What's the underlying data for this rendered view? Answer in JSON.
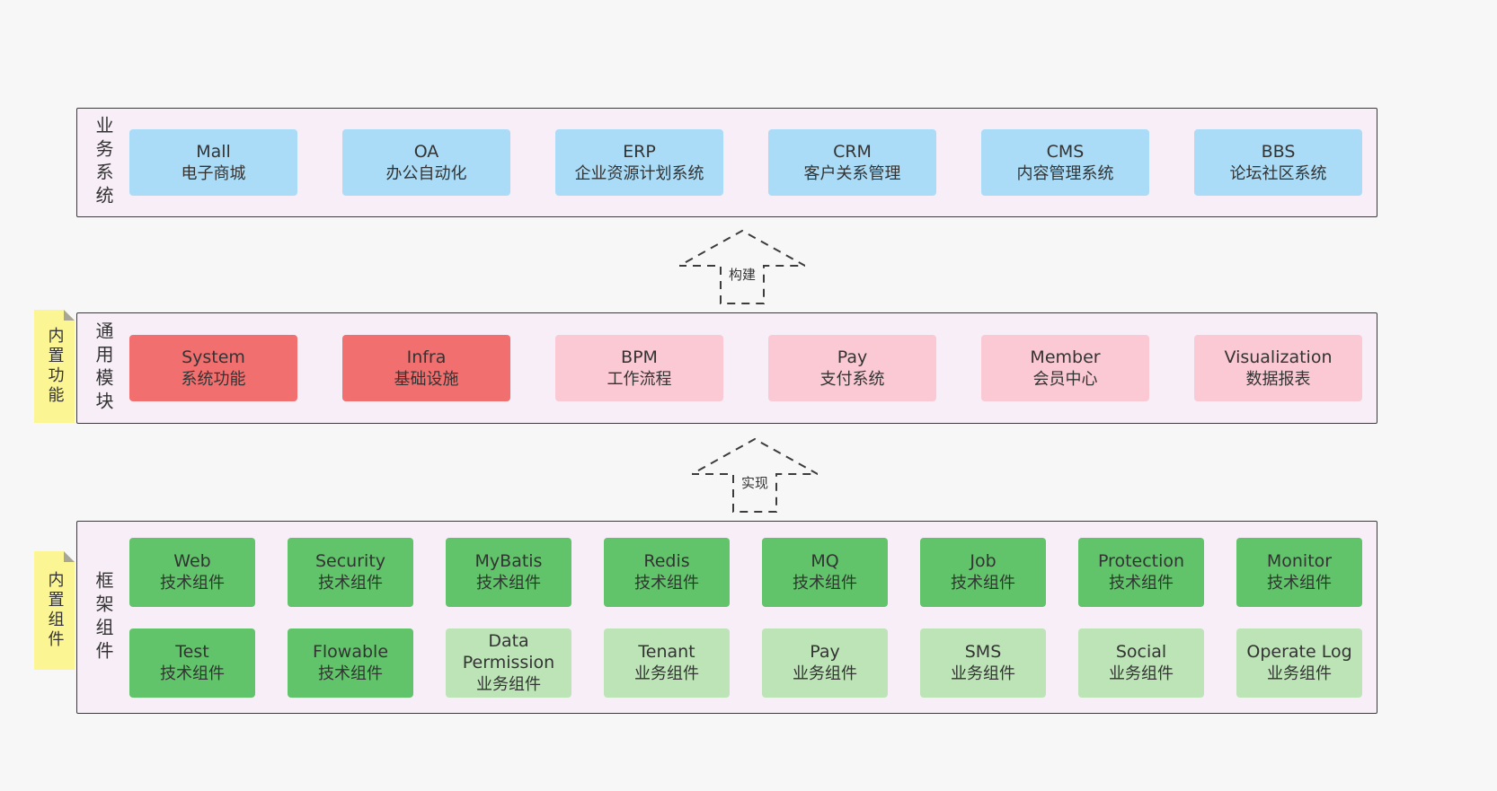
{
  "colors": {
    "page_bg": "#f7f7f7",
    "container_bg": "#f8eef7",
    "note_bg": "#fbf693",
    "border": "#3b3b3b",
    "blue": "#aadcf7",
    "red": "#f1706f",
    "pink": "#fbc9d3",
    "green": "#61c46a",
    "light_green": "#bce4b6"
  },
  "layers": [
    {
      "side_label": "业务系统",
      "sticky_note": "",
      "rows": [
        [
          {
            "title": "Mall",
            "subtitle": "电子商城",
            "type": "blue"
          },
          {
            "title": "OA",
            "subtitle": "办公自动化",
            "type": "blue"
          },
          {
            "title": "ERP",
            "subtitle": "企业资源计划系统",
            "type": "blue"
          },
          {
            "title": "CRM",
            "subtitle": "客户关系管理",
            "type": "blue"
          },
          {
            "title": "CMS",
            "subtitle": "内容管理系统",
            "type": "blue"
          },
          {
            "title": "BBS",
            "subtitle": "论坛社区系统",
            "type": "blue"
          }
        ]
      ]
    },
    {
      "side_label": "通用模块",
      "sticky_note": "内置功能",
      "rows": [
        [
          {
            "title": "System",
            "subtitle": "系统功能",
            "type": "red"
          },
          {
            "title": "Infra",
            "subtitle": "基础设施",
            "type": "red"
          },
          {
            "title": "BPM",
            "subtitle": "工作流程",
            "type": "pink"
          },
          {
            "title": "Pay",
            "subtitle": "支付系统",
            "type": "pink"
          },
          {
            "title": "Member",
            "subtitle": "会员中心",
            "type": "pink"
          },
          {
            "title": "Visualization",
            "subtitle": "数据报表",
            "type": "pink"
          }
        ]
      ]
    },
    {
      "side_label": "框架组件",
      "sticky_note": "内置组件",
      "rows": [
        [
          {
            "title": "Web",
            "subtitle": "技术组件",
            "type": "green"
          },
          {
            "title": "Security",
            "subtitle": "技术组件",
            "type": "green"
          },
          {
            "title": "MyBatis",
            "subtitle": "技术组件",
            "type": "green"
          },
          {
            "title": "Redis",
            "subtitle": "技术组件",
            "type": "green"
          },
          {
            "title": "MQ",
            "subtitle": "技术组件",
            "type": "green"
          },
          {
            "title": "Job",
            "subtitle": "技术组件",
            "type": "green"
          },
          {
            "title": "Protection",
            "subtitle": "技术组件",
            "type": "green"
          },
          {
            "title": "Monitor",
            "subtitle": "技术组件",
            "type": "green"
          }
        ],
        [
          {
            "title": "Test",
            "subtitle": "技术组件",
            "type": "green"
          },
          {
            "title": "Flowable",
            "subtitle": "技术组件",
            "type": "green"
          },
          {
            "title": "Data Permission",
            "subtitle": "业务组件",
            "type": "light_green"
          },
          {
            "title": "Tenant",
            "subtitle": "业务组件",
            "type": "light_green"
          },
          {
            "title": "Pay",
            "subtitle": "业务组件",
            "type": "light_green"
          },
          {
            "title": "SMS",
            "subtitle": "业务组件",
            "type": "light_green"
          },
          {
            "title": "Social",
            "subtitle": "业务组件",
            "type": "light_green"
          },
          {
            "title": "Operate Log",
            "subtitle": "业务组件",
            "type": "light_green"
          }
        ]
      ]
    }
  ],
  "arrows": [
    {
      "label": "构建"
    },
    {
      "label": "实现"
    }
  ]
}
